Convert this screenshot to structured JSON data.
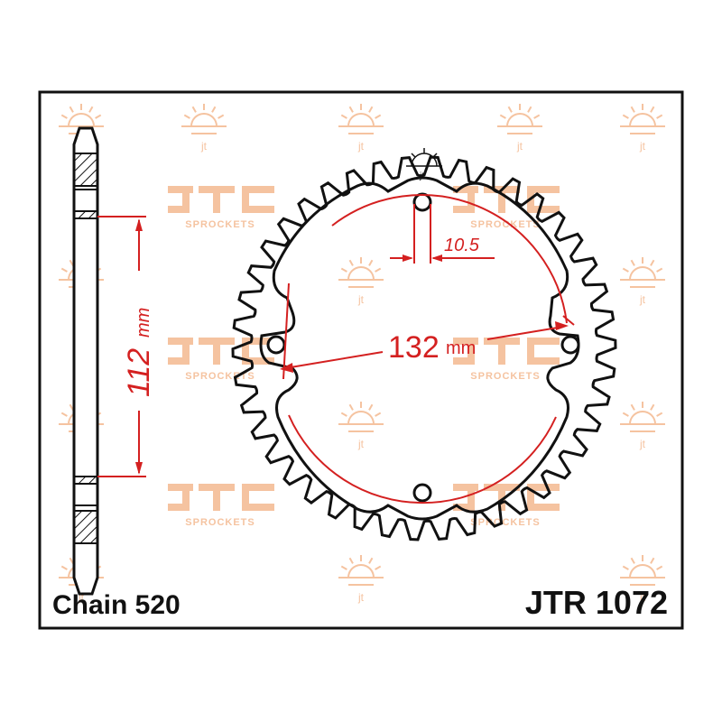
{
  "model": "JTR 1072",
  "chain_label": "Chain 520",
  "dimensions": {
    "pcd_value": "132",
    "pcd_unit": "mm",
    "hole_value": "10.5",
    "center_value": "112",
    "center_unit": "mm"
  },
  "watermark": {
    "brand": "SPROCKETS",
    "logo": "JT"
  },
  "colors": {
    "outline": "#111111",
    "dimension": "#d42020",
    "watermark": "#f5c3a0",
    "frame": "#111111"
  },
  "icons": [
    "sun-logo-icon",
    "jt-logo-icon"
  ]
}
